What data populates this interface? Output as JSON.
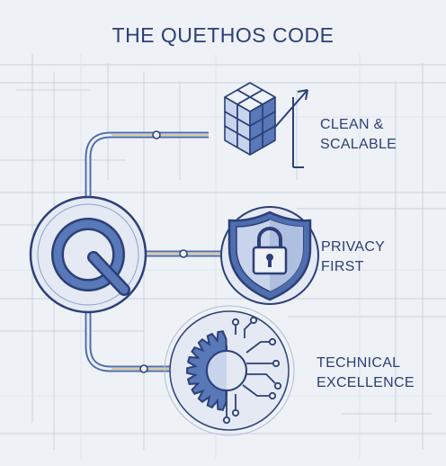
{
  "title": "THE QUETHOS CODE",
  "pillars": [
    {
      "line1": "CLEAN &",
      "line2": "SCALABLE",
      "icon": "cube-stack-icon"
    },
    {
      "line1": "PRIVACY",
      "line2": "FIRST",
      "icon": "shield-lock-icon"
    },
    {
      "line1": "TECHNICAL",
      "line2": "EXCELLENCE",
      "icon": "gear-circuit-icon"
    }
  ],
  "center_logo": {
    "letter": "Q",
    "icon": "q-logo-icon"
  },
  "colors": {
    "background": "#eef1f6",
    "navy": "#2c3f78",
    "blue": "#4f6eae",
    "light_blue": "#c8d4ec",
    "grid": "#c9d1e0",
    "accent_gold": "#c9a44a"
  }
}
